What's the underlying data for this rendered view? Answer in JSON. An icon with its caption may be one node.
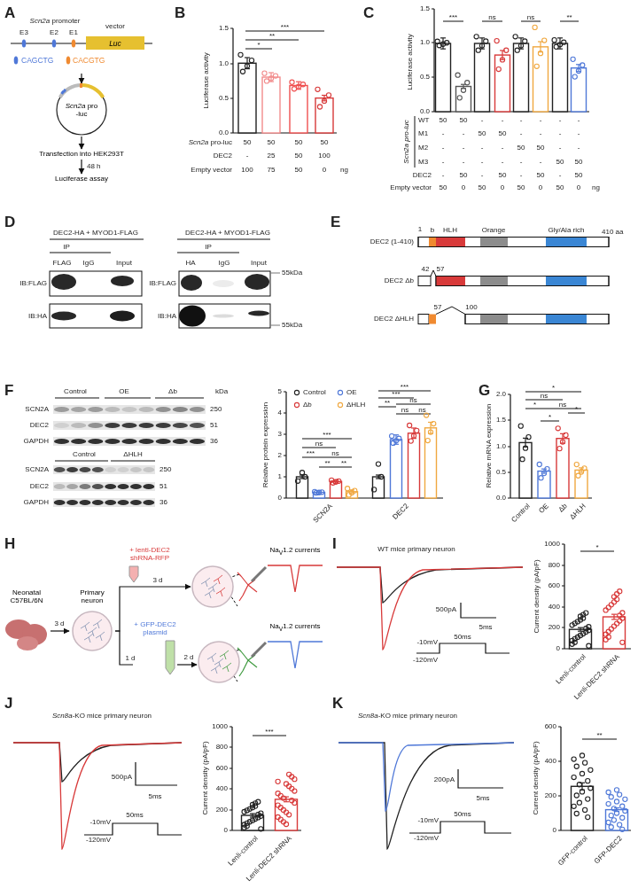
{
  "diagram": {
    "nodes": [
      {
        "text": [
          "Luc"
        ]
      },
      {
        "text": [
          "*Scn2a* pro -luc"
        ]
      },
      {
        "text": [
          "Transfection into HEK293T"
        ]
      },
      {
        "text": [
          "Luciferase assay"
        ]
      },
      {
        "text": [
          "Neonatal C57BL/6N"
        ]
      },
      {
        "text": [
          "Primary neuron"
        ]
      },
      {
        "text": [
          "+ lenti-DEC2 shRNA-RFP"
        ]
      },
      {
        "text": [],
        "shape": "picture"
      },
      {
        "text": [
          "Na$_{V}$1.2 currents"
        ]
      },
      {
        "text": [
          "+ GFP-DEC2 plasmid"
        ]
      },
      {
        "text": [],
        "shape": "picture"
      },
      {
        "text": [
          "Na$_{V}$1.2 currents"
        ]
      }
    ],
    "edges": [
      {
        "from": null,
        "to": 1,
        "arrow": "to"
      },
      {
        "from": 1,
        "to": 2,
        "arrow": "to"
      },
      {
        "from": 2,
        "to": 3,
        "arrow": "to",
        "label": "48 h"
      },
      {
        "from": 4,
        "to": 5,
        "arrow": "to",
        "label": "3 d"
      },
      {
        "from": 5,
        "to": 7,
        "arrow": "to",
        "label": "3 d"
      },
      {
        "from": 5,
        "to": 9,
        "arrow": "none",
        "label": "1 d"
      },
      {
        "from": 9,
        "to": 10,
        "arrow": "to",
        "label": "2 d"
      }
    ],
    "labels": [
      "A",
      "*Scn2a* promoter",
      "vector",
      "E3",
      "E2",
      "E1",
      "CAGCTG",
      "CACGTG",
      "B",
      "Luciferase activity",
      "1.5",
      "1.0",
      "0.5",
      "0.0",
      "***",
      "**",
      "*",
      "*Scn2a* pro-luc",
      "50",
      "50",
      "50",
      "50",
      "DEC2",
      "-",
      "25",
      "50",
      "100",
      "Empty vector",
      "100",
      "75",
      "50",
      "0",
      "ng",
      "C",
      "Luciferase activity",
      "1.5",
      "1.0",
      "0.5",
      "0.0",
      "***",
      "ns",
      "ns",
      "**",
      "Scn2a pro-luc",
      "WT",
      "50",
      "50",
      "-",
      "-",
      "-",
      "-",
      "-",
      "-",
      "M1",
      "-",
      "-",
      "50",
      "50",
      "-",
      "-",
      "-",
      "-",
      "M2",
      "-",
      "-",
      "-",
      "-",
      "50",
      "50",
      "-",
      "-",
      "M3",
      "-",
      "-",
      "-",
      "-",
      "-",
      "-",
      "50",
      "50",
      "DEC2",
      "-",
      "50",
      "-",
      "50",
      "-",
      "50",
      "-",
      "50",
      "Empty vector",
      "50",
      "0",
      "50",
      "0",
      "50",
      "0",
      "50",
      "0",
      "ng",
      "D",
      "DEC2-HA + MYOD1-FLAG",
      "IP",
      "FLAG",
      "IgG",
      "Input",
      "IB:FLAG",
      "IB:HA",
      "DEC2-HA + MYOD1-FLAG",
      "IP",
      "HA",
      "IgG",
      "Input",
      "IB:FLAG",
      "IB:HA",
      "55kDa",
      "55kDa",
      "E",
      "1",
      "b",
      "HLH",
      "Orange",
      "Gly/Ala rich",
      "410 aa",
      "DEC2 (1-410)",
      "42",
      "57",
      "DEC2 Δb",
      "57",
      "100",
      "DEC2 ΔHLH",
      "F",
      "Control",
      "OE",
      "Δb",
      "kDa",
      "SCN2A",
      "250",
      "DEC2",
      "51",
      "GAPDH",
      "36",
      "Control",
      "ΔHLH",
      "SCN2A",
      "250",
      "DEC2",
      "51",
      "GAPDH",
      "36",
      "Relative protein expression",
      "5",
      "4",
      "3",
      "2",
      "1",
      "0",
      "***",
      "ns",
      "***",
      "ns",
      "**",
      "**",
      "***",
      "***",
      "**",
      "ns",
      "ns",
      "ns",
      "SCN2A",
      "DEC2",
      "G",
      "Relative mRNA expression",
      "2.0",
      "1.5",
      "1.0",
      "0.5",
      "0.0",
      "*",
      "ns",
      "*",
      "ns",
      "*",
      "*",
      "Control",
      "OE",
      "Δb",
      "ΔHLH",
      "H",
      "I",
      "WT mice primary neuron",
      "500pA",
      "5ms",
      "-10mV",
      "50ms",
      "-120mV",
      "Current density (pA/pF)",
      "1000",
      "800",
      "600",
      "400",
      "200",
      "0",
      "*",
      "Lenli-control",
      "Lenli-DEC2 shRNA",
      "J",
      "*Scn8a*-KO mice primary neuron",
      "500pA",
      "5ms",
      "-10mV",
      "50ms",
      "-120mV",
      "Current density (pA/pF)",
      "1000",
      "800",
      "600",
      "400",
      "200",
      "0",
      "***",
      "Lenli-control",
      "Lenli-DEC2 shRNA",
      "K",
      "*Scn8a*-KO mice primary neuron",
      "200pA",
      "5ms",
      "-10mV",
      "50ms",
      "-120mV",
      "Current density (pA/pF)",
      "600",
      "400",
      "200",
      "0",
      "**",
      "GFP-control",
      "GFP-DEC2"
    ],
    "legend": [
      {
        "text": "Control"
      },
      {
        "text": "OE"
      },
      {
        "text": "Δb"
      },
      {
        "text": "ΔHLH"
      }
    ]
  }
}
